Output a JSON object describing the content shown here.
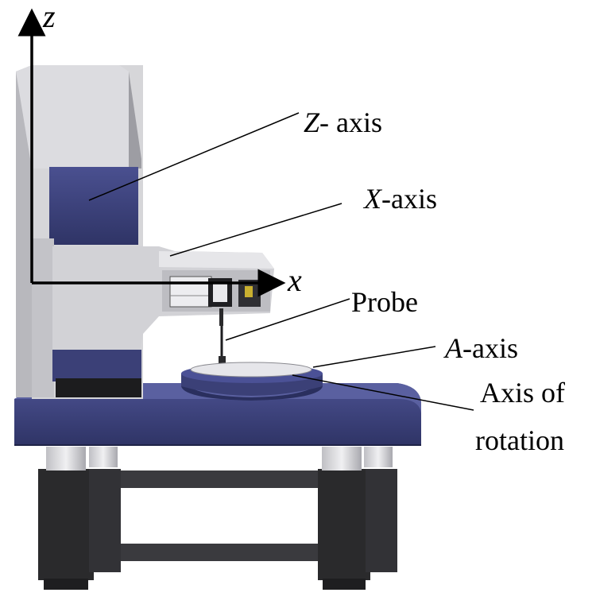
{
  "axes": {
    "z_letter": "z",
    "x_letter": "x"
  },
  "labels": {
    "z_axis_italic": "Z",
    "z_axis_rest": "- axis",
    "x_axis_italic": "X",
    "x_axis_rest": "-axis",
    "probe": "Probe",
    "a_axis_italic": "A",
    "a_axis_rest": "-axis",
    "rotation_line1": "Axis of",
    "rotation_line2": "rotation"
  },
  "colors": {
    "frame_light": "#d6d6d9",
    "frame_mid": "#b9b9be",
    "frame_dark": "#9d9da3",
    "navy": "#3b4077",
    "navy_dark": "#252a55",
    "leg_black": "#2a2a2c",
    "cylinder": "#e2e2e6"
  }
}
